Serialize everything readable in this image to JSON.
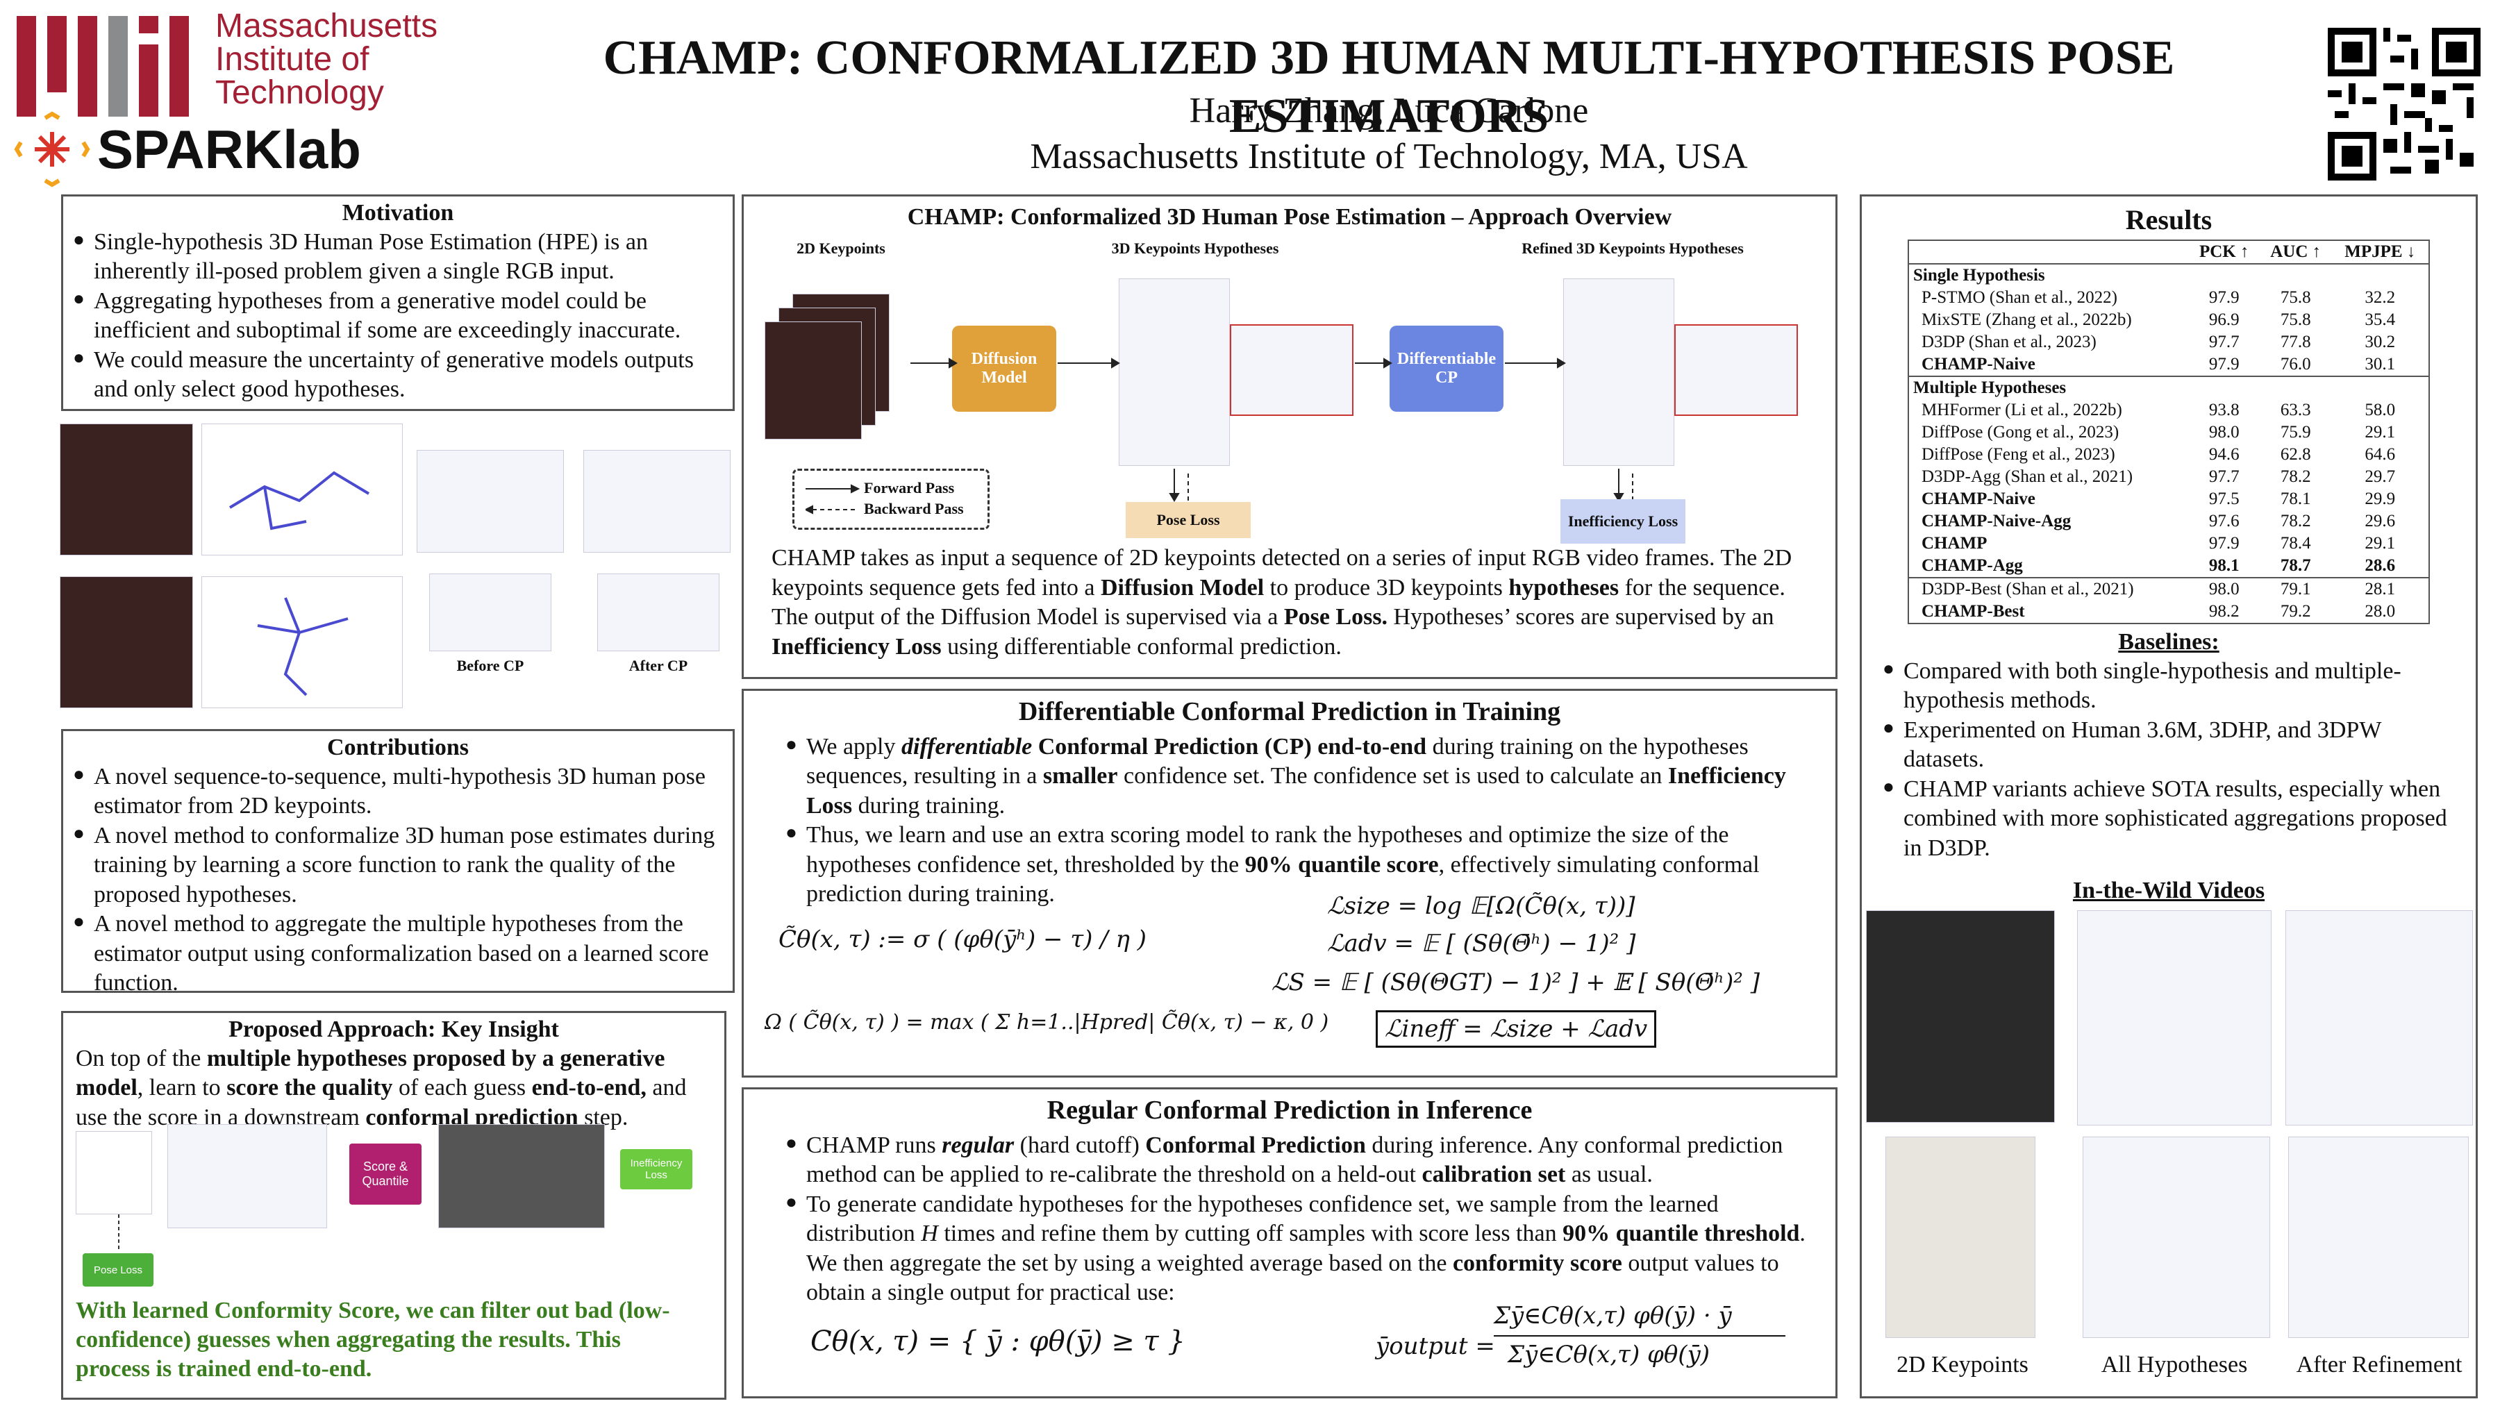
{
  "header": {
    "title": "CHAMP: CONFORMALIZED 3D HUMAN MULTI-HYPOTHESIS POSE ESTIMATORS",
    "authors": "Harry Zhang, Luca Carlone",
    "affiliation": "Massachusetts Institute of Technology, MA, USA",
    "mit_logo_text": [
      "Massachusetts",
      "Institute of",
      "Technology"
    ],
    "lab_logo_text": "SPARKlab",
    "mit_red": "#a31f34"
  },
  "motivation": {
    "title": "Motivation",
    "bullets": [
      "Single-hypothesis 3D Human Pose Estimation (HPE) is an inherently ill-posed problem given a single RGB input.",
      "Aggregating hypotheses from a generative model could be inefficient and suboptimal if some are exceedingly inaccurate.",
      "We could measure the uncertainty of generative models outputs and only select good hypotheses."
    ],
    "fig_labels": {
      "before": "Before CP",
      "after": "After CP"
    }
  },
  "contributions": {
    "title": "Contributions",
    "bullets": [
      "A novel sequence-to-sequence, multi-hypothesis 3D human pose estimator from 2D keypoints.",
      "A novel method to conformalize 3D human pose estimates during training by learning a score function to rank the quality of the proposed hypotheses.",
      "A novel method to aggregate the multiple hypotheses from the estimator output using conformalization based on a learned score function."
    ]
  },
  "insight": {
    "title": "Proposed Approach: Key Insight",
    "text_parts": [
      "On top of the ",
      "multiple hypotheses proposed by a generative model",
      ", learn to ",
      "score the quality",
      " of each guess ",
      "end-to-end,",
      " and use the score in a downstream ",
      "conformal prediction",
      " step."
    ],
    "boxes": {
      "score": "Score & Quantile",
      "ineff": "Inefficiency Loss",
      "pose": "Pose Loss"
    },
    "green_text": "With learned Conformity Score, we can filter out bad (low-confidence) guesses when aggregating the results. This process is trained end-to-end."
  },
  "overview": {
    "title": "CHAMP: Conformalized 3D Human Pose Estimation – Approach Overview",
    "col_labels": [
      "2D Keypoints",
      "3D Keypoints Hypotheses",
      "Refined 3D Keypoints Hypotheses"
    ],
    "boxes": {
      "diffusion": "Diffusion Model",
      "dcp": "Differentiable CP",
      "pose_loss": "Pose Loss",
      "ineff_loss": "Inefficiency Loss"
    },
    "legend": {
      "forward": "Forward Pass",
      "backward": "Backward Pass"
    },
    "colors": {
      "diffusion": "#e0a03a",
      "dcp": "#6a86e0",
      "pose_loss": "#f6dcb4",
      "ineff_loss": "#c9d4f4"
    },
    "desc_parts": [
      "CHAMP takes as input a sequence of 2D keypoints detected on a series of input RGB video frames. The 2D keypoints sequence gets fed into a ",
      "Diffusion Model",
      " to produce 3D keypoints ",
      "hypotheses",
      " for the sequence. The output of the Diffusion Model is supervised via a ",
      "Pose Loss.",
      " Hypotheses’ scores are supervised by an ",
      "Inefficiency Loss",
      " using differentiable conformal prediction."
    ]
  },
  "dcp": {
    "title": "Differentiable Conformal Prediction in Training",
    "b1": [
      "We apply ",
      "differentiable",
      " ",
      "Conformal Prediction (CP) end-to-end",
      " during training on the hypotheses sequences, resulting in a ",
      "smaller",
      " confidence set. The confidence set is used to calculate an ",
      "Inefficiency Loss",
      " during training."
    ],
    "b2": [
      "Thus, we learn and use an extra scoring model to rank the hypotheses and optimize the size of the hypotheses confidence set, thresholded by the ",
      "90% quantile score",
      ", effectively simulating conformal prediction during training."
    ],
    "eq": {
      "c_tilde": "C̃θ(x, τ) := σ ( (φθ(ȳʰ) − τ) / η )",
      "omega": "Ω ( C̃θ(x, τ) ) = max ( Σ h=1..|Hpred| C̃θ(x, τ) − κ, 0 )",
      "lsize": "ℒsize = log 𝔼[Ω(C̃θ(x, τ))]",
      "ladv": "ℒadv = 𝔼 [ (Sθ(Θ̄ʰ) − 1)² ]",
      "ls": "ℒS = 𝔼 [ (Sθ(ΘGT) − 1)² ] + 𝔼 [ Sθ(Θ̄ʰ)² ]",
      "lineff": "ℒineff = ℒsize + ℒadv"
    }
  },
  "rcp": {
    "title": "Regular Conformal Prediction in Inference",
    "b1": [
      "CHAMP runs ",
      "regular",
      " (hard cutoff) ",
      "Conformal Prediction",
      " during inference. Any conformal prediction method can be applied to re-calibrate the threshold on a held-out ",
      "calibration set",
      " as usual."
    ],
    "b2": [
      "To generate candidate hypotheses for the hypotheses confidence set, we sample from the learned distribution ",
      "H",
      " times and refine them by cutting off samples with score less than ",
      "90% quantile threshold",
      ". We then aggregate the set by using a weighted average based on the ",
      "conformity score",
      " output values to obtain a single output for practical use:"
    ],
    "eq1": "Cθ(x, τ) = { ȳ : φθ(ȳ) ≥ τ }",
    "eq2_lhs": "ȳoutput =",
    "eq2_num": "Σȳ∈Cθ(x,τ) φθ(ȳ) · ȳ",
    "eq2_den": "Σȳ∈Cθ(x,τ) φθ(ȳ)"
  },
  "results": {
    "title": "Results",
    "columns": [
      "",
      "PCK ↑",
      "AUC ↑",
      "MPJPE ↓"
    ],
    "sections": [
      {
        "name": "Single Hypothesis",
        "rows": [
          [
            "P-STMO (Shan et al., 2022)",
            "97.9",
            "75.8",
            "32.2"
          ],
          [
            "MixSTE (Zhang et al., 2022b)",
            "96.9",
            "75.8",
            "35.4"
          ],
          [
            "D3DP (Shan et al., 2023)",
            "97.7",
            "77.8",
            "30.2"
          ],
          [
            "CHAMP-Naive",
            "97.9",
            "76.0",
            "30.1"
          ]
        ]
      },
      {
        "name": "Multiple Hypotheses",
        "rows": [
          [
            "MHFormer (Li et al., 2022b)",
            "93.8",
            "63.3",
            "58.0"
          ],
          [
            "DiffPose (Gong et al., 2023)",
            "98.0",
            "75.9",
            "29.1"
          ],
          [
            "DiffPose (Feng et al., 2023)",
            "94.6",
            "62.8",
            "64.6"
          ],
          [
            "D3DP-Agg (Shan et al., 2021)",
            "97.7",
            "78.2",
            "29.7"
          ],
          [
            "CHAMP-Naive",
            "97.5",
            "78.1",
            "29.9"
          ],
          [
            "CHAMP-Naive-Agg",
            "97.6",
            "78.2",
            "29.6"
          ],
          [
            "CHAMP",
            "97.9",
            "78.4",
            "29.1"
          ],
          [
            "CHAMP-Agg",
            "98.1",
            "78.7",
            "28.6"
          ]
        ]
      },
      {
        "name": "",
        "rows": [
          [
            "D3DP-Best (Shan et al., 2021)",
            "98.0",
            "79.1",
            "28.1"
          ],
          [
            "CHAMP-Best",
            "98.2",
            "79.2",
            "28.0"
          ]
        ]
      }
    ],
    "baselines_title": "Baselines:",
    "baselines": [
      "Compared with both single-hypothesis and multiple-hypothesis methods.",
      "Experimented on Human 3.6M, 3DHP, and 3DPW datasets.",
      "CHAMP variants achieve SOTA results, especially when combined with more sophisticated aggregations proposed in D3DP."
    ],
    "wild_title": "In-the-Wild Videos",
    "wild_labels": [
      "2D Keypoints",
      "All Hypotheses",
      "After Refinement"
    ]
  }
}
